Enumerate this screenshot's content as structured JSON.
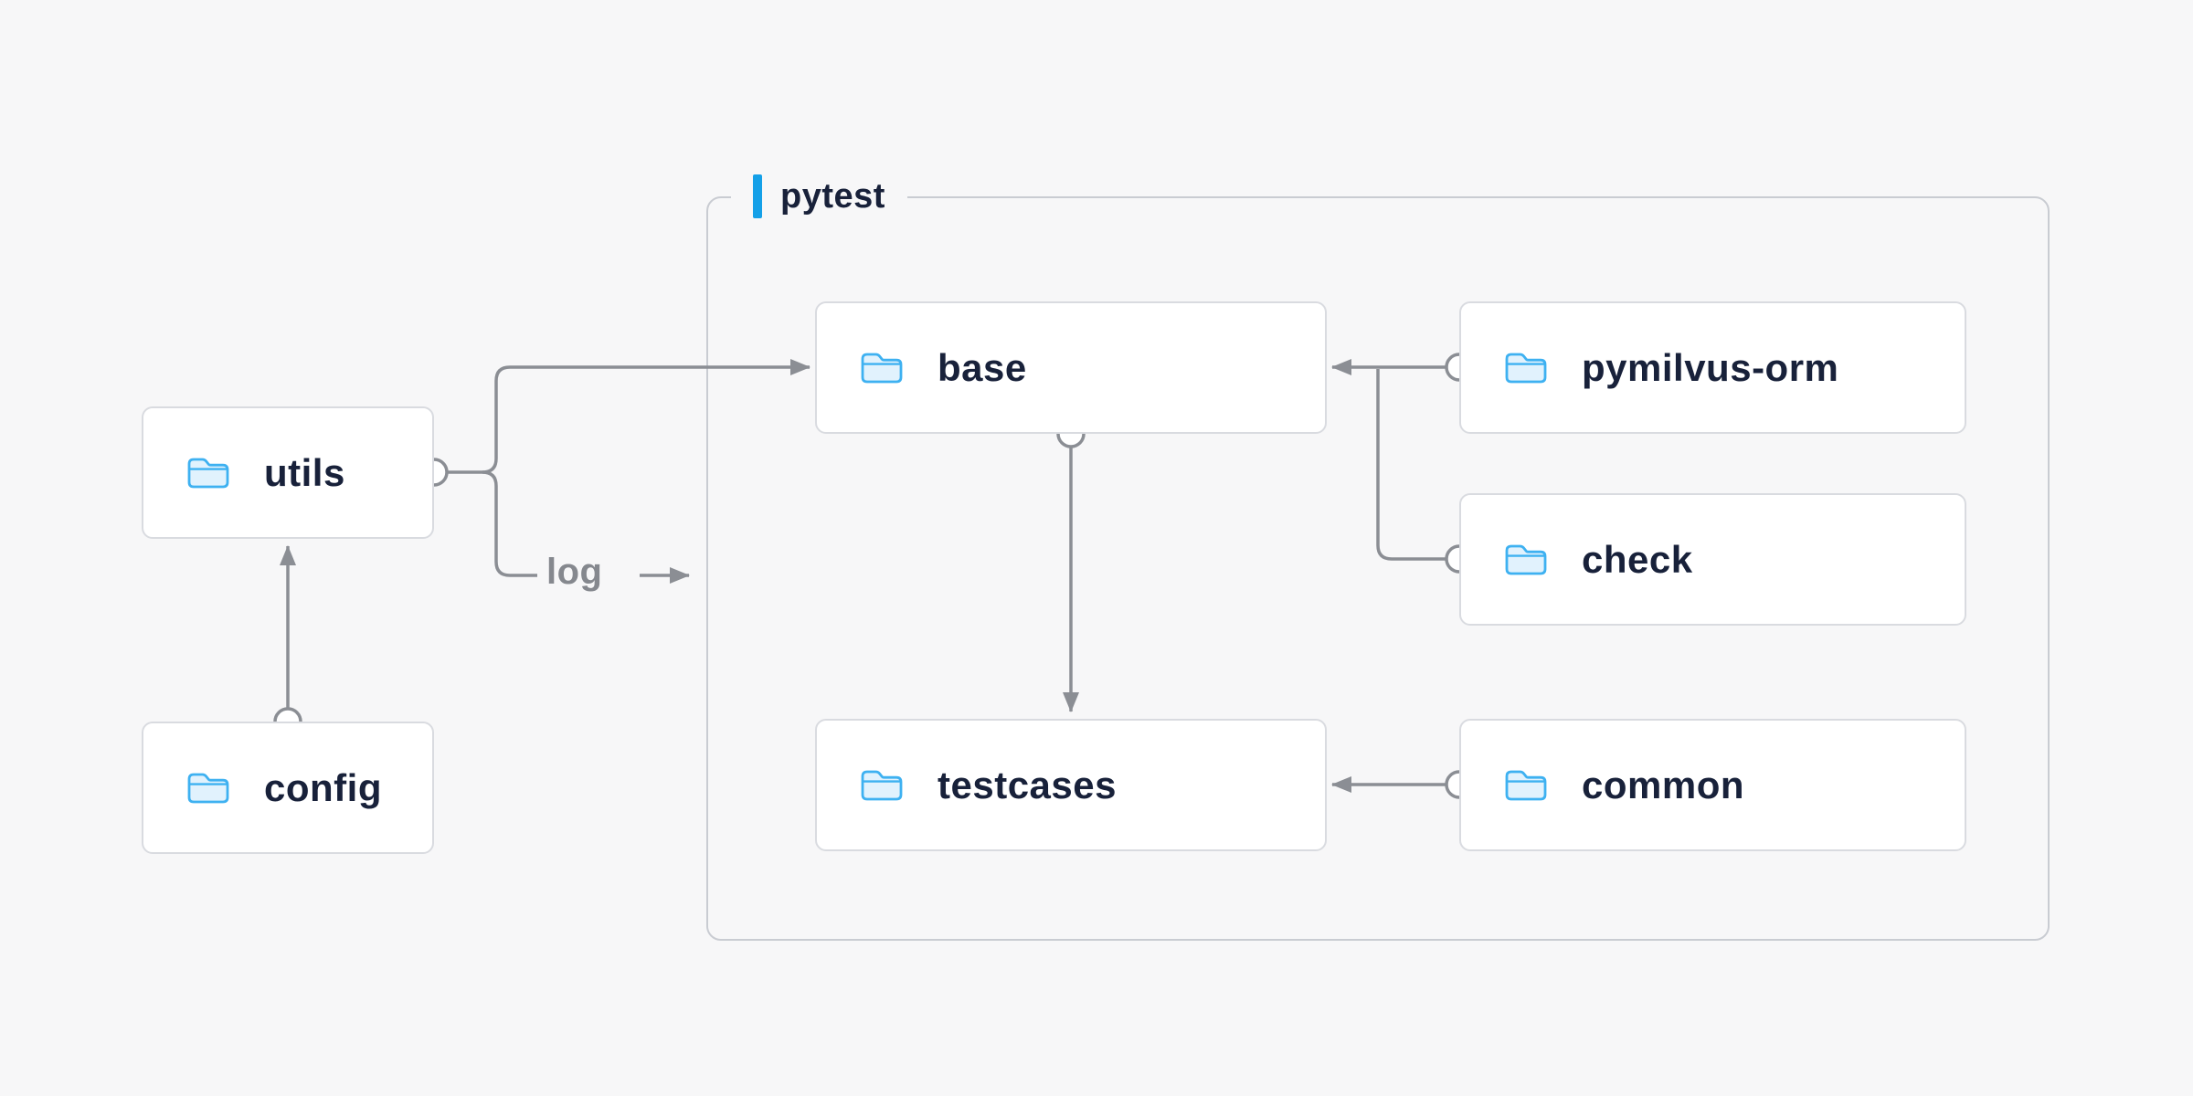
{
  "diagram": {
    "group": {
      "label": "pytest"
    },
    "edge_label": "log",
    "nodes": {
      "utils": {
        "label": "utils",
        "icon": "folder-icon"
      },
      "config": {
        "label": "config",
        "icon": "folder-icon"
      },
      "base": {
        "label": "base",
        "icon": "folder-icon"
      },
      "pymilvus_orm": {
        "label": "pymilvus-orm",
        "icon": "folder-icon"
      },
      "check": {
        "label": "check",
        "icon": "folder-icon"
      },
      "testcases": {
        "label": "testcases",
        "icon": "folder-icon"
      },
      "common": {
        "label": "common",
        "icon": "folder-icon"
      }
    },
    "edges": [
      {
        "from": "config",
        "to": "utils"
      },
      {
        "from": "utils",
        "to": "base"
      },
      {
        "from": "utils",
        "to": "pytest",
        "label": "log"
      },
      {
        "from": "pymilvus-orm",
        "to": "base"
      },
      {
        "from": "check",
        "to": "base"
      },
      {
        "from": "base",
        "to": "testcases"
      },
      {
        "from": "common",
        "to": "testcases"
      }
    ],
    "colors": {
      "background": "#f7f7f8",
      "node_fill": "#ffffff",
      "node_border": "#d9dbe0",
      "group_border": "#c9ccd2",
      "text": "#18213a",
      "line": "#8b8e94",
      "accent_blue": "#14a0e8",
      "folder_fill": "#e1f2fd",
      "folder_stroke": "#3eb1f1",
      "log_label_color": "#85888e"
    }
  }
}
